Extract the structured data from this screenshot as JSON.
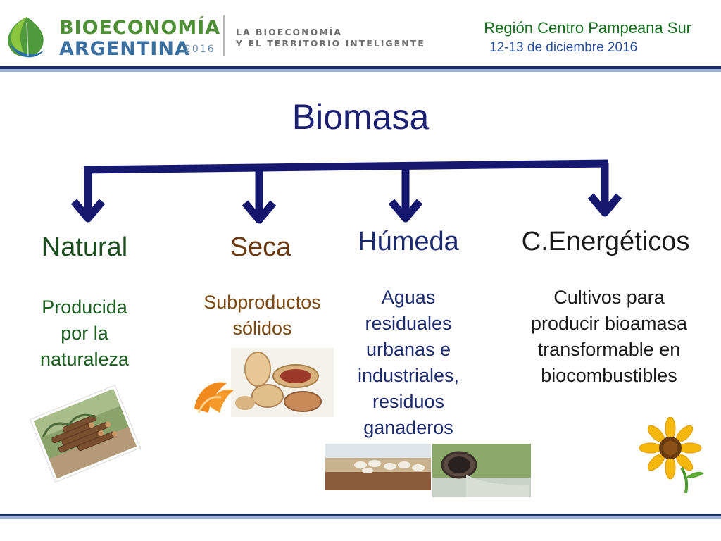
{
  "header": {
    "logo_line1": "BIOECONOMÍA",
    "logo_line2": "ARGENTINA",
    "logo_year": "2016",
    "tagline_line1": "LA BIOECONOMÍA",
    "tagline_line2": "Y EL TERRITORIO INTELIGENTE",
    "region": "Región Centro Pampeana Sur",
    "dates": "12-13 de diciembre 2016"
  },
  "title": "Biomasa",
  "categories": [
    {
      "label": "Natural",
      "description": "Producida por la naturaleza",
      "color": "#1b4d1e",
      "image": "firewood-pile-photo"
    },
    {
      "label": "Seca",
      "description": "Subproductos sólidos",
      "color": "#6b3a12",
      "image": "orange-peel-peanuts-photo"
    },
    {
      "label": "Húmeda",
      "description": "Aguas residuales urbanas e industriales, residuos ganaderos",
      "color": "#1d2a6e",
      "image": "livestock-wastewater-photo"
    },
    {
      "label": "C.Energéticos",
      "description": "Cultivos para producir bioamasa transformable en biocombustibles",
      "color": "#1a1a1a",
      "image": "sunflower-photo"
    }
  ],
  "colors": {
    "arrow": "#15186e",
    "title": "#1d1f73",
    "rule_dark": "#1c2f6b",
    "rule_light": "#9bb0d4",
    "logo_green": "#5a9a3a",
    "logo_blue": "#2f6fa8"
  }
}
